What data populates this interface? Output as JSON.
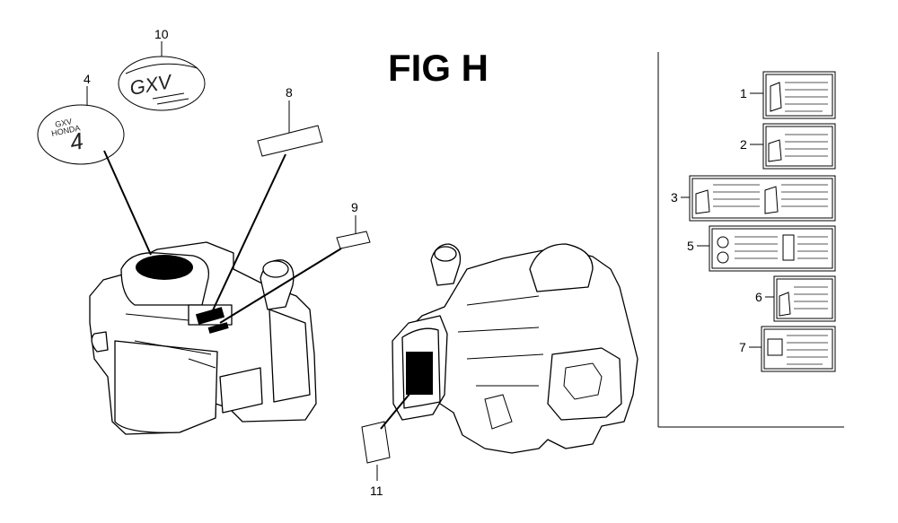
{
  "figure": {
    "title": "FIG H",
    "callouts": {
      "c1": "1",
      "c2": "2",
      "c3": "3",
      "c4": "4",
      "c5": "5",
      "c6": "6",
      "c7": "7",
      "c8": "8",
      "c9": "9",
      "c10": "10",
      "c11": "11"
    }
  }
}
